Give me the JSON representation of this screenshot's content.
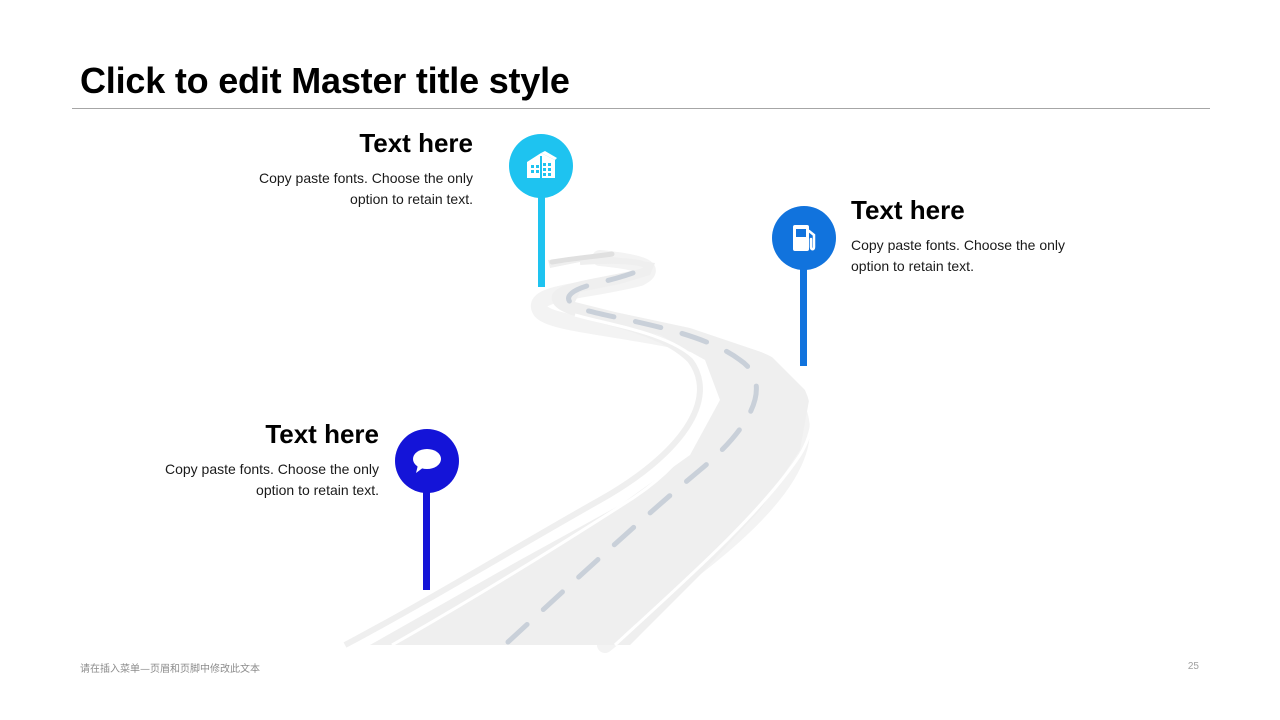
{
  "slide": {
    "title": "Click to edit Master title style",
    "footer_text": "请在插入菜单—页眉和页脚中修改此文本",
    "page_number": "25"
  },
  "milestones": [
    {
      "heading": "Text here",
      "body_line1": "Copy paste fonts. Choose the only",
      "body_line2": "option to retain text.",
      "icon": "building-icon",
      "color": "#1ec3f0"
    },
    {
      "heading": "Text here",
      "body_line1": "Copy paste fonts. Choose the only",
      "body_line2": "option to retain text.",
      "icon": "fuel-pump-icon",
      "color": "#1173dd"
    },
    {
      "heading": "Text here",
      "body_line1": "Copy paste fonts. Choose the only",
      "body_line2": "option to retain text.",
      "icon": "speech-bubble-icon",
      "color": "#1414d8"
    }
  ]
}
